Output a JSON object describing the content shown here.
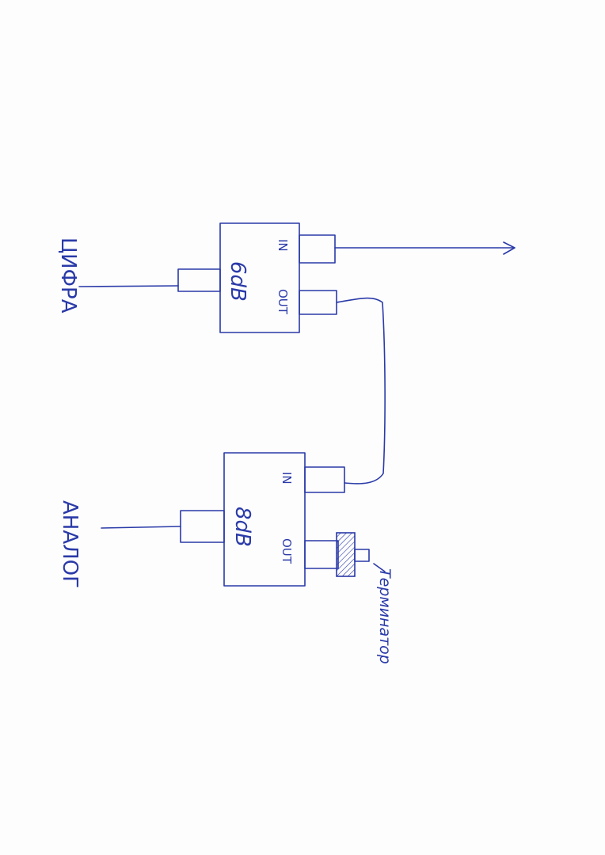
{
  "labels": {
    "digital": "ЦИФРА",
    "analog": "АНАЛОГ",
    "terminator": "Терминатор"
  },
  "splitter_top": {
    "in_label": "IN",
    "out_label": "OUT",
    "value": "6dB"
  },
  "splitter_bottom": {
    "in_label": "IN",
    "out_label": "OUT",
    "value": "8dB"
  },
  "colors": {
    "ink": "#2a3aa8",
    "paper": "#fdfdfd"
  }
}
